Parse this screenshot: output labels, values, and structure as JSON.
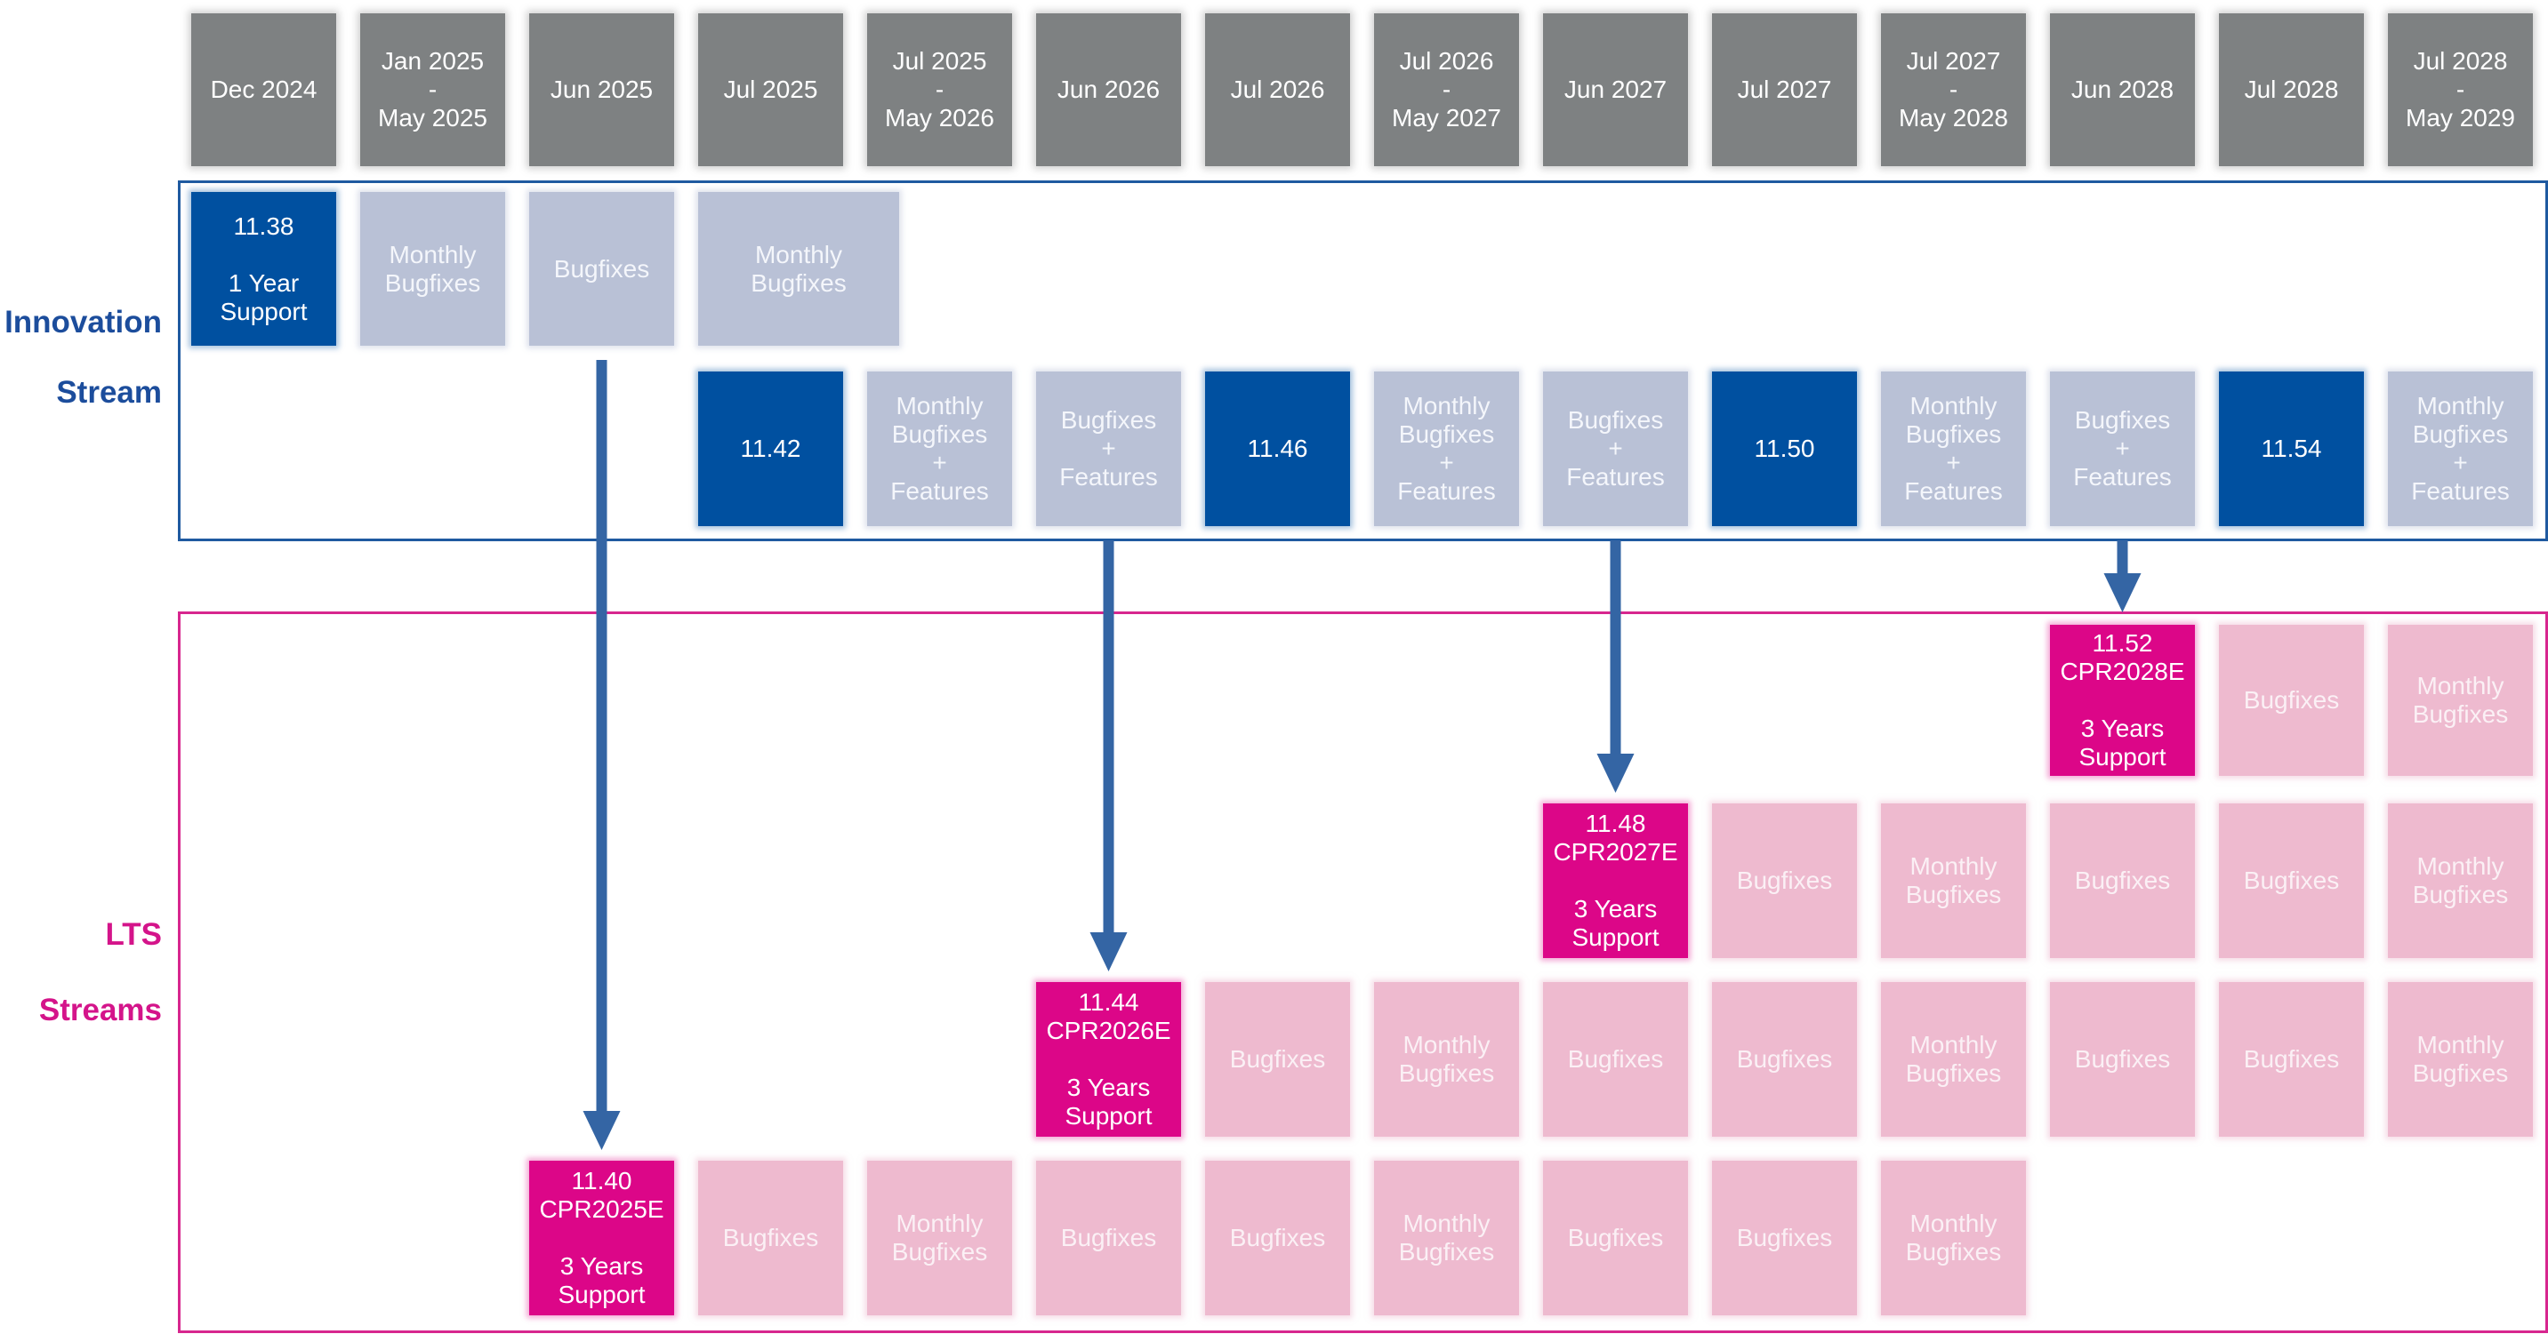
{
  "timeline": {
    "columns": [
      "Dec 2024",
      "Jan 2025\n-\nMay 2025",
      "Jun 2025",
      "Jul 2025",
      "Jul 2025\n-\nMay 2026",
      "Jun 2026",
      "Jul 2026",
      "Jul 2026\n-\nMay 2027",
      "Jun 2027",
      "Jul 2027",
      "Jul 2027\n-\nMay 2028",
      "Jun 2028",
      "Jul 2028",
      "Jul 2028\n-\nMay 2029"
    ]
  },
  "innovation": {
    "label_line1": "Innovation",
    "label_line2": "Stream",
    "color": "#0050a0",
    "rows": [
      [
        {
          "col": 0,
          "span": 1,
          "type": "release",
          "text": "11.38\n\n1 Year\nSupport"
        },
        {
          "col": 1,
          "span": 1,
          "type": "fix",
          "text": "Monthly\nBugfixes"
        },
        {
          "col": 2,
          "span": 1,
          "type": "fix",
          "text": "Bugfixes"
        },
        {
          "col": 3,
          "span": 1.41,
          "type": "fix",
          "text": "Monthly\nBugfixes"
        }
      ],
      [
        {
          "col": 3,
          "span": 1,
          "type": "release",
          "text": "11.42"
        },
        {
          "col": 4,
          "span": 1,
          "type": "fix",
          "text": "Monthly\nBugfixes\n+\nFeatures"
        },
        {
          "col": 5,
          "span": 1,
          "type": "fix",
          "text": "Bugfixes\n+\nFeatures"
        },
        {
          "col": 6,
          "span": 1,
          "type": "release",
          "text": "11.46"
        },
        {
          "col": 7,
          "span": 1,
          "type": "fix",
          "text": "Monthly\nBugfixes\n+\nFeatures"
        },
        {
          "col": 8,
          "span": 1,
          "type": "fix",
          "text": "Bugfixes\n+\nFeatures"
        },
        {
          "col": 9,
          "span": 1,
          "type": "release",
          "text": "11.50"
        },
        {
          "col": 10,
          "span": 1,
          "type": "fix",
          "text": "Monthly\nBugfixes\n+\nFeatures"
        },
        {
          "col": 11,
          "span": 1,
          "type": "fix",
          "text": "Bugfixes\n+\nFeatures"
        },
        {
          "col": 12,
          "span": 1,
          "type": "release",
          "text": "11.54"
        },
        {
          "col": 13,
          "span": 1,
          "type": "fix",
          "text": "Monthly\nBugfixes\n+\nFeatures"
        }
      ]
    ]
  },
  "lts": {
    "label_line1": "LTS",
    "label_line2": "Streams",
    "color": "#dc0688",
    "rows": [
      [
        {
          "col": 11,
          "type": "release",
          "text": "11.52\nCPR2028E\n\n3 Years\nSupport"
        },
        {
          "col": 12,
          "type": "fix",
          "text": "Bugfixes"
        },
        {
          "col": 13,
          "type": "fix",
          "text": "Monthly\nBugfixes"
        }
      ],
      [
        {
          "col": 8,
          "type": "release",
          "text": "11.48\nCPR2027E\n\n3 Years\nSupport"
        },
        {
          "col": 9,
          "type": "fix",
          "text": "Bugfixes"
        },
        {
          "col": 10,
          "type": "fix",
          "text": "Monthly\nBugfixes"
        },
        {
          "col": 11,
          "type": "fix",
          "text": "Bugfixes"
        },
        {
          "col": 12,
          "type": "fix",
          "text": "Bugfixes"
        },
        {
          "col": 13,
          "type": "fix",
          "text": "Monthly\nBugfixes"
        }
      ],
      [
        {
          "col": 5,
          "type": "release",
          "text": "11.44\nCPR2026E\n\n3 Years\nSupport"
        },
        {
          "col": 6,
          "type": "fix",
          "text": "Bugfixes"
        },
        {
          "col": 7,
          "type": "fix",
          "text": "Monthly\nBugfixes"
        },
        {
          "col": 8,
          "type": "fix",
          "text": "Bugfixes"
        },
        {
          "col": 9,
          "type": "fix",
          "text": "Bugfixes"
        },
        {
          "col": 10,
          "type": "fix",
          "text": "Monthly\nBugfixes"
        },
        {
          "col": 11,
          "type": "fix",
          "text": "Bugfixes"
        },
        {
          "col": 12,
          "type": "fix",
          "text": "Bugfixes"
        },
        {
          "col": 13,
          "type": "fix",
          "text": "Monthly\nBugfixes"
        }
      ],
      [
        {
          "col": 2,
          "type": "release",
          "text": "11.40\nCPR2025E\n\n3 Years\nSupport"
        },
        {
          "col": 3,
          "type": "fix",
          "text": "Bugfixes"
        },
        {
          "col": 4,
          "type": "fix",
          "text": "Monthly\nBugfixes"
        },
        {
          "col": 5,
          "type": "fix",
          "text": "Bugfixes"
        },
        {
          "col": 6,
          "type": "fix",
          "text": "Bugfixes"
        },
        {
          "col": 7,
          "type": "fix",
          "text": "Monthly\nBugfixes"
        },
        {
          "col": 8,
          "type": "fix",
          "text": "Bugfixes"
        },
        {
          "col": 9,
          "type": "fix",
          "text": "Bugfixes"
        },
        {
          "col": 10,
          "type": "fix",
          "text": "Monthly\nBugfixes"
        }
      ]
    ]
  },
  "branches": [
    {
      "from": "Innovation Bugfixes (Jun 2025)",
      "to": "11.40 CPR2025E",
      "col": 2,
      "lts_row": 3
    },
    {
      "from": "Innovation Bugfixes + Features (Jun 2026)",
      "to": "11.44 CPR2026E",
      "col": 5,
      "lts_row": 2
    },
    {
      "from": "Innovation Bugfixes + Features (Jun 2027)",
      "to": "11.48 CPR2027E",
      "col": 8,
      "lts_row": 1
    },
    {
      "from": "Innovation Bugfixes + Features (Jun 2028)",
      "to": "11.52 CPR2028E",
      "col": 11,
      "lts_row": 0
    }
  ],
  "arrow_color": "#3465a4"
}
